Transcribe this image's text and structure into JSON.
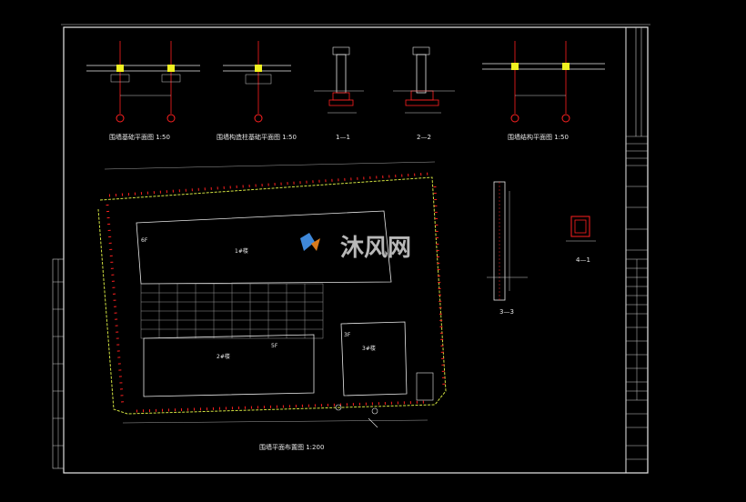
{
  "titles": {
    "d1": "围墙基础平面图 1:50",
    "d2": "围墙构造柱基础平面图 1:50",
    "s11": "1—1",
    "s22": "2—2",
    "d3": "围墙结构平面图 1:50",
    "s33": "3—3",
    "s44": "4—1",
    "main": "围墙平面布置图 1:200"
  },
  "labels": {
    "b1": "1#楼",
    "b2": "2#楼",
    "b3": "3#楼",
    "f1": "6F",
    "f2": "5F",
    "f3": "3F"
  },
  "watermark": {
    "brand": "沐风网"
  },
  "colors": {
    "line": "#e8e8e8",
    "red": "#ff2020",
    "yellow": "#f0f020",
    "cyan": "#20d0e0",
    "green": "#20e020",
    "blue": "#3060ff"
  }
}
